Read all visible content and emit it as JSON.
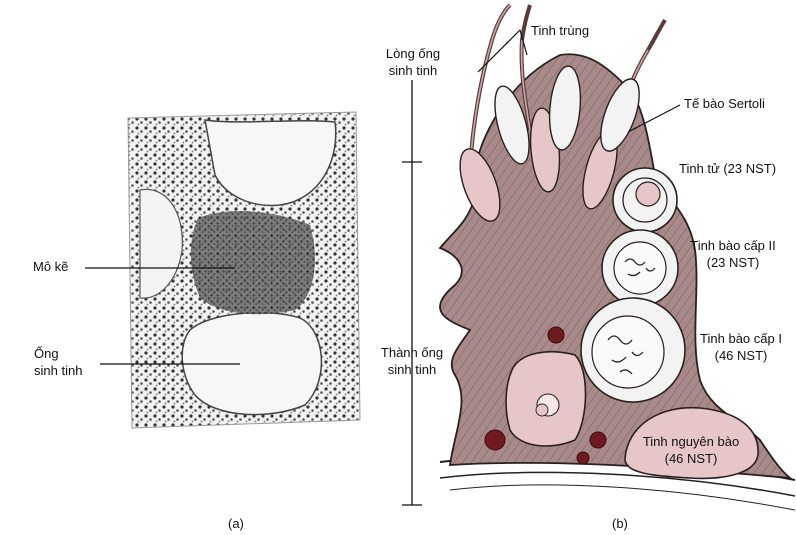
{
  "panel_a": {
    "caption": "(a)",
    "labels": {
      "interstitial": "Mô kẽ",
      "tubule_line1": "Ống",
      "tubule_line2": "sinh tinh"
    }
  },
  "panel_b": {
    "caption": "(b)",
    "labels": {
      "sperm": "Tinh trùng",
      "lumen_line1": "Lòng ống",
      "lumen_line2": "sinh tinh",
      "sertoli": "Tế bào Sertoli",
      "spermatid": "Tinh tử (23 NST)",
      "secondary_line1": "Tinh bào cấp II",
      "secondary_line2": "(23 NST)",
      "wall_line1": "Thành ống",
      "wall_line2": "sinh tinh",
      "primary_line1": "Tinh bào cấp I",
      "primary_line2": "(46 NST)",
      "spermatogonium_line1": "Tinh nguyên bào",
      "spermatogonium_line2": "(46 NST)"
    }
  },
  "colors": {
    "sertoli_fill": "#a88a8a",
    "nucleus_pink": "#e6c6c8",
    "dark_red_granule": "#6e1a1e",
    "outline": "#222222"
  }
}
